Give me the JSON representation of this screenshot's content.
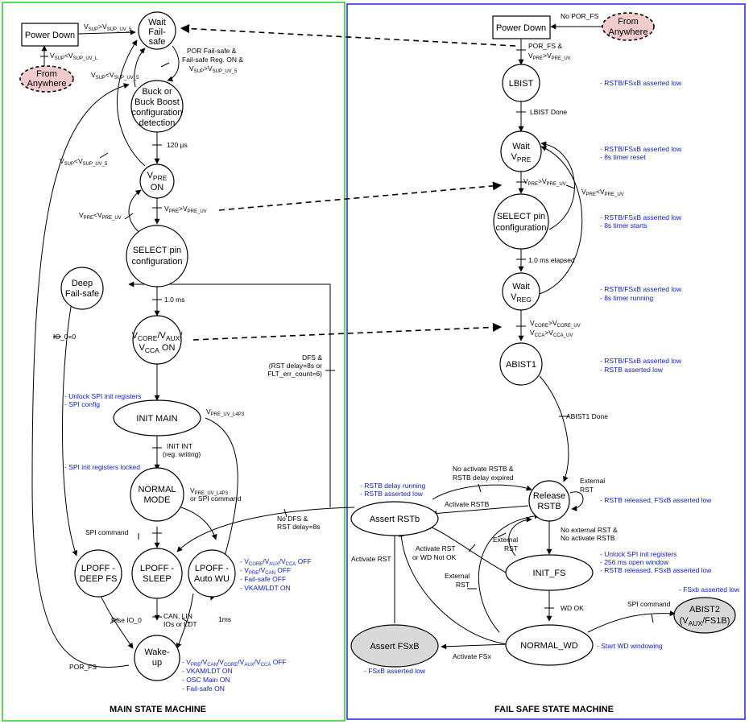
{
  "main_title": "MAIN STATE MACHINE",
  "fs_title": "FAIL SAFE STATE MACHINE",
  "colors": {
    "main_frame": "#22cc22",
    "fs_frame": "#1f2bd0",
    "annotation": "#0a1ac8",
    "grey_state": "#d9d9d9",
    "anywhere": "#f2cccc"
  },
  "main": {
    "power_down": "Power Down",
    "from_anywhere": [
      "From",
      "Anywhere"
    ],
    "wait_failsafe": [
      "Wait",
      "Fail-",
      "safe"
    ],
    "buck": [
      "Buck or",
      "Buck Boost",
      "configuration",
      "detection"
    ],
    "vpre_on": [
      "V",
      "PRE",
      "ON"
    ],
    "select_pin": [
      "SELECT pin",
      "configuration"
    ],
    "deep_failsafe": [
      "Deep",
      "Fail-safe"
    ],
    "vcore_on": [
      "V",
      "CORE",
      "/V",
      "AUX",
      "/",
      "V",
      "CCA",
      " ON"
    ],
    "init_main": "INIT MAIN",
    "normal_mode": [
      "NORMAL",
      "MODE"
    ],
    "lpoff_deep": [
      "LPOFF -",
      "DEEP FS"
    ],
    "lpoff_sleep": [
      "LPOFF -",
      "SLEEP"
    ],
    "lpoff_auto": [
      "LPOFF -",
      "Auto WU"
    ],
    "wakeup": [
      "Wake-",
      "up"
    ],
    "t_vsup_gt": [
      "V",
      "SUP",
      ">V",
      "SUP_UV_5"
    ],
    "t_vsup_lt_l": [
      "V",
      "SUP",
      "<V",
      "SUP_UV_L"
    ],
    "t_vsup_lt_5a": [
      "V",
      "SUP",
      "<V",
      "SUP_UV_5"
    ],
    "t_vsup_lt_5b": [
      "V",
      "SUP",
      "<V",
      "SUP_UV_5"
    ],
    "t_por_failsafe": [
      "POR Fail-safe &",
      "Fail-safe Reg. ON &"
    ],
    "t_por_failsafe_v": [
      "V",
      "SUP",
      ">V",
      "SUP_UV_5"
    ],
    "t_120us": "120 µs",
    "t_vpre_lt": [
      "V",
      "PRE",
      "<V",
      "PRE_UV"
    ],
    "t_vpre_gt": [
      "V",
      "PRE",
      ">V",
      "PRE_UV"
    ],
    "t_1ms": "1.0 ms",
    "t_io0": "IO_0=0",
    "t_dfs": [
      "DFS &",
      "(RST delay=8s or",
      "FLT_err_count=6)"
    ],
    "t_vpre_l4p3": [
      "V",
      "PRE_UV_L4P3"
    ],
    "t_vpre_l4p3b": [
      "V",
      "PRE_UV_L4P3"
    ],
    "t_or_spi": "or SPI command",
    "t_init_int": [
      "INIT INT",
      "(reg. writing)"
    ],
    "t_spi_command": "SPI command",
    "t_no_dfs": [
      "No DFS &",
      "RST delay=8s"
    ],
    "t_rise_io0": "Rise IO_0",
    "t_can_lin": [
      "CAN, LIN",
      "IOs or LDT"
    ],
    "t_1ms_b": "1ms",
    "t_por_fs": "POR_FS",
    "n_unlock": [
      "- Unlock SPI init registers",
      "- SPI config"
    ],
    "n_locked": "- SPI init registers locked",
    "n_lpoff": {
      "l1": [
        "- V",
        "CORE",
        "/V",
        "AUX",
        "/V",
        "CCA",
        " OFF"
      ],
      "l2": [
        "- V",
        "PRE",
        "/V",
        "CAN",
        " OFF"
      ],
      "l3": "- Fail-safe OFF",
      "l4": "- VKAM/LDT ON"
    },
    "n_wakeup": {
      "l1": [
        "- V",
        "PRE",
        "/V",
        "CAN",
        "/V",
        "CORE",
        "/V",
        "AUX",
        "/V",
        "CCA",
        " OFF"
      ],
      "l2": "- VKAM/LDT ON",
      "l3": "- OSC Main ON",
      "l4": "- Fail-safe ON"
    }
  },
  "fs": {
    "power_down": "Power Down",
    "no_por_fs": "No POR_FS",
    "from_anywhere": [
      "From",
      "Anywhere"
    ],
    "t_por_fs": [
      "POR_FS &"
    ],
    "t_por_fs_v": [
      "V",
      "PRE",
      ">V",
      "PRE_UV"
    ],
    "lbist": "LBIST",
    "t_lbist_done": "LBIST Done",
    "wait_vpre": [
      "Wait",
      "V",
      "PRE"
    ],
    "t_vpre_gt": [
      "V",
      "PRE",
      ">V",
      "PRE_UV"
    ],
    "t_vpre_lt": [
      "V",
      "PRE",
      "<V",
      "PRE_UV"
    ],
    "select_pin": [
      "SELECT pin",
      "configuration"
    ],
    "t_1ms_elapsed": "1.0 ms elapsed",
    "wait_vreg": [
      "Wait",
      "V",
      "REG"
    ],
    "t_vcore": [
      "V",
      "CORE",
      ">V",
      "CORE_UV"
    ],
    "t_vcca": [
      "V",
      "CCA",
      ">V",
      "CCA_UV"
    ],
    "abist1": "ABIST1",
    "t_abist1_done": "ABIST1 Done",
    "release_rstb": [
      "Release",
      "RSTB"
    ],
    "assert_rstb": "Assert RSTb",
    "init_fs": "INIT_FS",
    "normal_wd": "NORMAL_WD",
    "assert_fsxb": "Assert FSxB",
    "abist2": [
      "ABIST2",
      "(V",
      "AUX",
      "/FS1B)"
    ],
    "t_no_act": [
      "No activate RSTB &",
      "RSTB delay expired"
    ],
    "t_act_rstb": "Activate RSTB",
    "t_ext_rst_self": [
      "External",
      "RST"
    ],
    "t_no_ext": [
      "No external RST &",
      "No activate RSTB"
    ],
    "t_ext_rst_a": [
      "External",
      "RST"
    ],
    "t_ext_rst_b": [
      "External",
      "RST"
    ],
    "t_act_rst_wd": [
      "Activate RST",
      "or WD Not OK"
    ],
    "t_act_rst": "Activate RST",
    "t_wd_ok": "WD OK",
    "t_spi_command": "SPI command",
    "t_act_fsx": "Activate FSx",
    "n_lbist": "- RSTB/FSxB asserted low",
    "n_wait_vpre": [
      "- RSTB/FSxB asserted low",
      "- 8s timer reset"
    ],
    "n_select": [
      "- RSTB/FSxB asserted low",
      "- 8s timer starts"
    ],
    "n_wait_vreg": [
      "- RSTB/FSxB asserted low",
      "- 8s timer running"
    ],
    "n_abist1": [
      "- RSTB/FSxB asserted low",
      "- RSTB asserted low"
    ],
    "n_release": "- RSTB released, FSxB asserted low",
    "n_assert_rstb": [
      "- RSTB delay running",
      "- RSTB asserted low"
    ],
    "n_init_fs": [
      "- Unlock SPI init registers",
      "- 256 ms open window",
      "- RSTB released, FSxB asserted low"
    ],
    "n_abist2": "- FSxb asserted low",
    "n_normal_wd": "- Start WD windowing",
    "n_fsxb": "- FSxB asserted low"
  }
}
